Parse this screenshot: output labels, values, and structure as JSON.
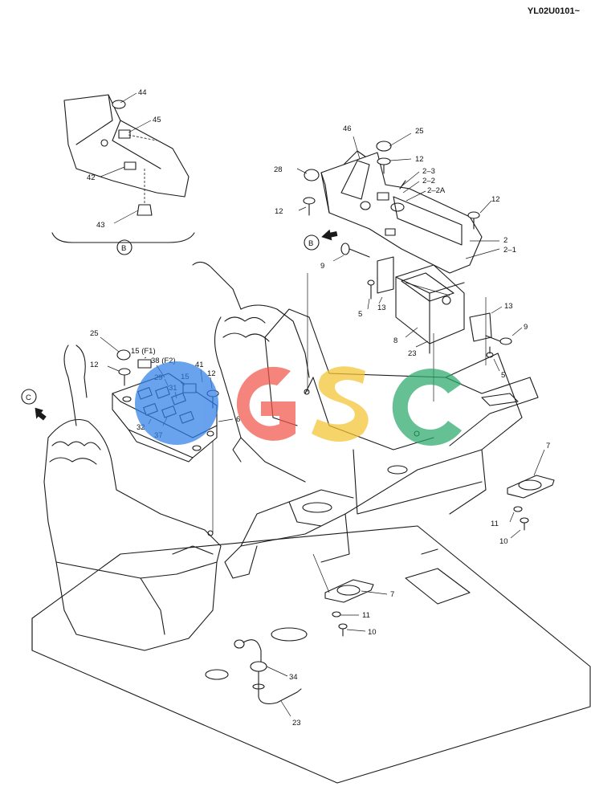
{
  "drawing_code": "YL02U0101~",
  "views": {
    "detail_b": "B",
    "arrow_b": "B",
    "arrow_c": "C"
  },
  "watermark": {
    "letters": [
      "G",
      "S",
      "C"
    ],
    "colors": [
      "#2f7fe8",
      "#f0554a",
      "#f5c431",
      "#2aa86b"
    ]
  },
  "callouts": {
    "p44": "44",
    "p45": "45",
    "p42": "42",
    "p43": "43",
    "p46": "46",
    "p25a": "25",
    "p12a": "12",
    "p28": "28",
    "p2_3": "2–3",
    "p2_2": "2–2",
    "p2_2a": "2–2A",
    "p12b": "12",
    "p12c": "12",
    "p2": "2",
    "p2_1": "2–1",
    "p9a": "9",
    "p13a": "13",
    "p5a": "5",
    "p13b": "13",
    "p8": "8",
    "p9b": "9",
    "p23a": "23",
    "p5b": "5",
    "p25b": "25",
    "p15f1": "15 (F1)",
    "p38f2": "38 (F2)",
    "p12d": "12",
    "p41": "41",
    "p12e": "12",
    "p29": "29",
    "p15b": "15",
    "p31": "31",
    "p6": "6",
    "p32": "32",
    "p37": "37",
    "p7a": "7",
    "p11a": "11",
    "p10a": "10",
    "p7b": "7",
    "p11b": "11",
    "p10b": "10",
    "p34": "34",
    "p23b": "23"
  }
}
